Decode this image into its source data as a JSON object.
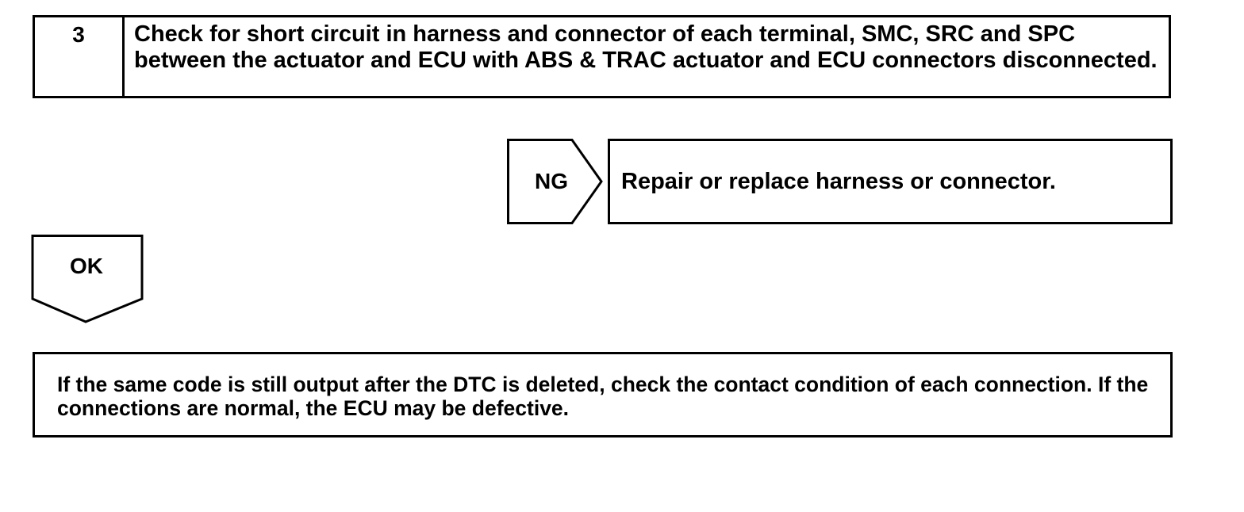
{
  "step": {
    "number": "3",
    "text": "Check for short circuit in harness and connector of each terminal, SMC, SRC and SPC between the actuator and ECU with ABS & TRAC actuator and ECU connectors disconnected."
  },
  "ng_branch": {
    "label": "NG",
    "result": "Repair or replace harness or connector."
  },
  "ok_branch": {
    "label": "OK"
  },
  "note": {
    "text": "If the same code is still output after the DTC is deleted, check the contact condition of each connection. If the connections are normal, the ECU may be defective."
  }
}
